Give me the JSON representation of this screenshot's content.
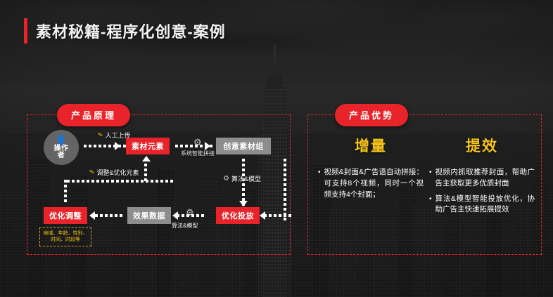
{
  "header": {
    "title": "素材秘籍-程序化创意-案例",
    "accent_color": "#E8242A"
  },
  "panels": {
    "principle": {
      "title": "产品原理",
      "nodes": {
        "operator": {
          "label_line1": "操作",
          "label_line2": "者",
          "icon": "user-avatar-icon"
        },
        "material_elements": "素材元素",
        "creative_group": "创意素材组",
        "effect_data": "效果数据",
        "optimized_delivery": "优化投放",
        "optimize_adjust": "优化调整"
      },
      "edge_labels": {
        "manual_upload": "人工上传",
        "adjust_optimize": "调整&优化元素",
        "system_splice": "系统智能拼接",
        "algo_model_1": "算法&模型",
        "algo_model_2": "算法&模型"
      },
      "tag_box": "地域、年龄、性别、时间、时段等"
    },
    "advantage": {
      "title": "产品优势",
      "columns": [
        {
          "heading": "增量",
          "items": [
            "视频&封面&广告语自动拼接：可支持8个视频，同时一个视频支持4个封面；"
          ]
        },
        {
          "heading": "提效",
          "items": [
            "视频内抓取推荐封面，帮助广告主获取更多优质封面",
            "算法&模型智能投放优化，协助广告主快速拓展提效"
          ]
        }
      ]
    }
  },
  "colors": {
    "brand_red": "#E8242A",
    "gold": "#F5C518",
    "node_grey": "#8D8D8D"
  }
}
